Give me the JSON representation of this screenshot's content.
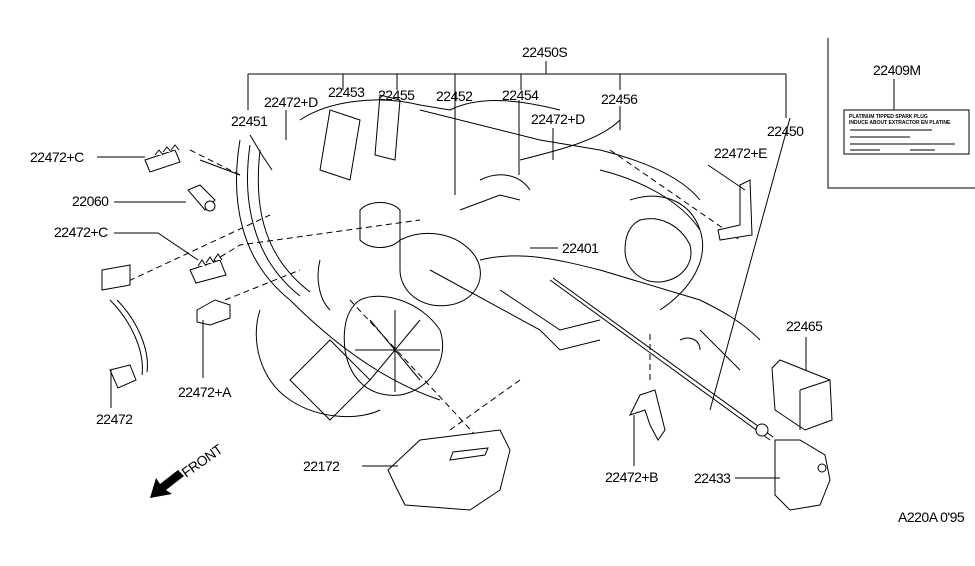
{
  "diagram": {
    "title": "Ignition System Parts Diagram",
    "colors": {
      "line": "#000000",
      "background": "#ffffff"
    },
    "callouts": {
      "p22450S": "22450S",
      "p22453": "22453",
      "p22455": "22455",
      "p22452": "22452",
      "p22454": "22454",
      "p22456": "22456",
      "p22472D_left": "22472+D",
      "p22472D_right": "22472+D",
      "p22451": "22451",
      "p22450": "22450",
      "p22472C_top": "22472+C",
      "p22060": "22060",
      "p22472C_bottom": "22472+C",
      "p22472E": "22472+E",
      "p22401": "22401",
      "p22465": "22465",
      "p22472": "22472",
      "p22472A": "22472+A",
      "p22172": "22172",
      "p22472B": "22472+B",
      "p22433": "22433",
      "p22409M": "22409M"
    },
    "inset_label": {
      "line1": "PLATINUM TIPPED SPARK PLUG",
      "line2": "INDUCE ABOUT EXTRACTOR EN PLATINE"
    },
    "front_indicator": {
      "icon": "front-arrow-icon",
      "text": "FRONT"
    },
    "drawing_code": "A220A 0'95"
  }
}
